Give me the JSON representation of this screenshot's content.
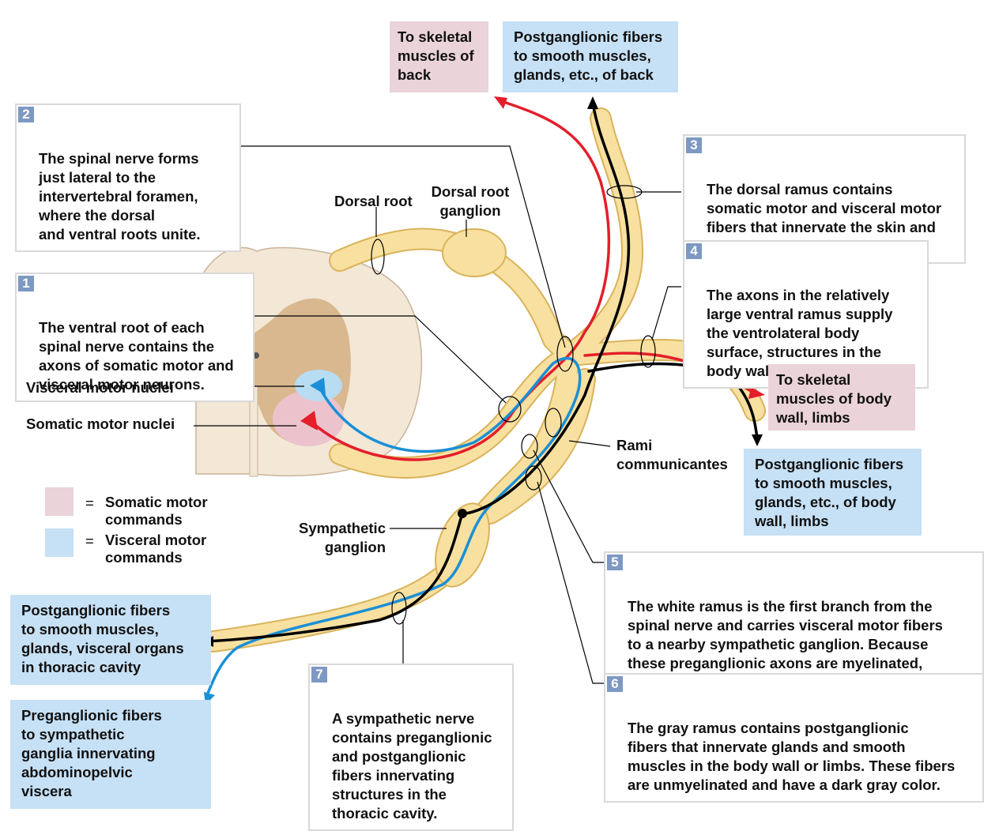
{
  "callouts": [
    {
      "num": "2",
      "text": "The spinal nerve forms\njust lateral to the\nintervertebral foramen,\nwhere the dorsal\nand ventral roots unite."
    },
    {
      "num": "1",
      "text": "The ventral root of each\nspinal nerve contains the\naxons of somatic motor and\nvisceral motor neurons."
    },
    {
      "num": "3",
      "text": "The dorsal ramus contains\nsomatic motor and visceral motor\nfibers that innervate the skin and\nskeletal muscles of the back."
    },
    {
      "num": "4",
      "text": "The axons in the relatively\nlarge ventral ramus supply\nthe ventrolateral body\nsurface, structures in the\nbody wall, and the limbs."
    },
    {
      "num": "5",
      "text": "The white ramus is the first branch from the\nspinal nerve and carries visceral motor fibers\nto a nearby sympathetic ganglion. Because\nthese preganglionic axons are myelinated,\nthis branch has a light color and is therefore\nknown as the white ramus."
    },
    {
      "num": "6",
      "text": "The gray ramus contains postganglionic\nfibers that innervate glands and smooth\nmuscles in the body wall or limbs. These fibers\nare unmyelinated and have a dark gray color."
    },
    {
      "num": "7",
      "text": "A sympathetic nerve\ncontains preganglionic\nand postganglionic\nfibers innervating\nstructures in the\nthoracic cavity."
    }
  ],
  "targets": {
    "skeletal_back": "To skeletal\nmuscles of\nback",
    "post_back": "Postganglionic fibers\nto smooth muscles,\nglands, etc., of back",
    "skeletal_body": "To skeletal\nmuscles of body\nwall, limbs",
    "post_body": "Postganglionic fibers\nto smooth muscles,\nglands, etc., of body\nwall, limbs",
    "post_thoracic": "Postganglionic fibers\nto smooth muscles,\nglands, visceral organs\nin thoracic cavity",
    "pre_abdominal": "Preganglionic fibers\nto sympathetic\nganglia innervating\nabdominopelvic\nviscera"
  },
  "labels": {
    "dorsal_root": "Dorsal root",
    "drg": "Dorsal root\nganglion",
    "visceral_nuclei": "Visceral motor nuclei",
    "somatic_nuclei": "Somatic motor nuclei",
    "rami": "Rami\ncommunicantes",
    "symp_ganglion": "Sympathetic\nganglion"
  },
  "legend": {
    "somatic": "Somatic motor\ncommands",
    "visceral": "Visceral motor\ncommands",
    "equals": "="
  },
  "colors": {
    "somatic": "#e41e2b",
    "visceral": "#1a8fd6",
    "postganglionic": "#000000",
    "nerve": "#f8e0a0",
    "nerve_outline": "#d9b35a",
    "gray_matter": "#d9b88f",
    "white_matter": "#f3e7d6",
    "pink_box": "#ead3d9",
    "blue_box": "#c6e0f5",
    "number_badge": "#7d99c3"
  }
}
